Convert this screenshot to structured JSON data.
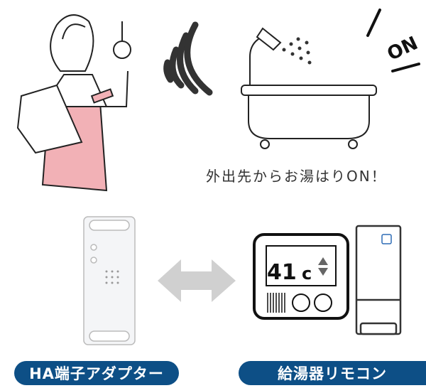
{
  "scene": {
    "caption": "外出先からお湯はりON！",
    "on_label": "ON",
    "remote_temperature": "41",
    "remote_unit": "c",
    "labels": {
      "adapter": "HA端子アダプター",
      "remote": "給湯器リモコン"
    }
  },
  "colors": {
    "accent": "#0d4f86",
    "pink": "#f2b1b6",
    "arrow": "#d0d0d0"
  }
}
